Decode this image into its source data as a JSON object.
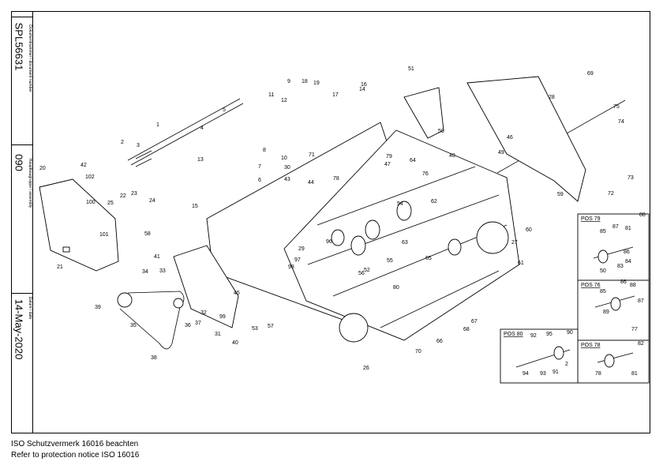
{
  "sidebar": {
    "doc_label": "Dokumentnummer / document number",
    "doc_number": "SPL56631",
    "group_label": "Hauptbaugruppe / assembly",
    "group_number": "090",
    "date_label": "Datum / date",
    "date": "14-May-2020"
  },
  "footer": {
    "line1": "ISO Schutzvermerk 16016 beachten",
    "line2": "Refer to protection notice ISO 16016"
  },
  "insets": {
    "pos79": {
      "title": "POS 79",
      "labels": [
        "88",
        "85",
        "87",
        "81",
        "86",
        "84",
        "83",
        "50"
      ]
    },
    "pos76": {
      "title": "POS 76",
      "labels": [
        "86",
        "88",
        "85",
        "87",
        "89",
        "77"
      ]
    },
    "pos78": {
      "title": "POS 78",
      "labels": [
        "82",
        "78",
        "81"
      ]
    },
    "pos80": {
      "title": "POS 80",
      "labels": [
        "92",
        "95",
        "90",
        "2",
        "91",
        "93",
        "94"
      ]
    }
  },
  "callouts": [
    "1",
    "2",
    "3",
    "4",
    "5",
    "6",
    "7",
    "8",
    "9",
    "10",
    "11",
    "12",
    "13",
    "14",
    "15",
    "16",
    "17",
    "18",
    "19",
    "20",
    "21",
    "22",
    "23",
    "24",
    "25",
    "26",
    "27",
    "28",
    "29",
    "30",
    "31",
    "32",
    "33",
    "34",
    "35",
    "36",
    "37",
    "38",
    "39",
    "40",
    "41",
    "42",
    "43",
    "44",
    "45",
    "46",
    "47",
    "48",
    "49",
    "50",
    "51",
    "52",
    "53",
    "54",
    "55",
    "56",
    "57",
    "58",
    "59",
    "60",
    "61",
    "62",
    "63",
    "64",
    "65",
    "66",
    "67",
    "68",
    "69",
    "70",
    "71",
    "72",
    "73",
    "74",
    "75",
    "76",
    "78",
    "79",
    "80",
    "96",
    "97",
    "98",
    "99",
    "100",
    "101",
    "102"
  ]
}
